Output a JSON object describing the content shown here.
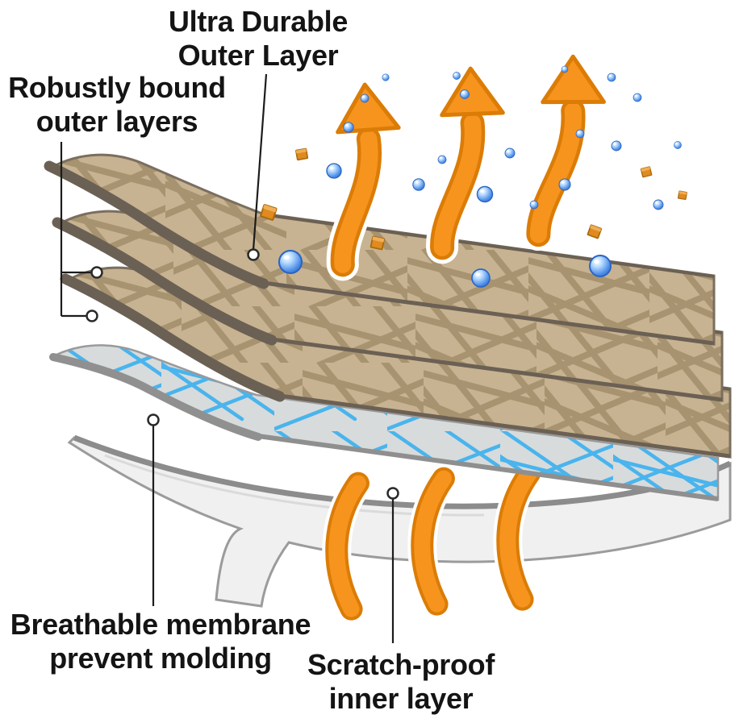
{
  "diagram": {
    "title_context": "Layered fabric construction diagram",
    "callouts": {
      "outer": {
        "line1": "Ultra Durable",
        "line2": "Outer Layer"
      },
      "bound": {
        "line1": "Robustly bound",
        "line2": "outer layers"
      },
      "membrane": {
        "line1": "Breathable membrane",
        "line2": "prevent molding"
      },
      "inner": {
        "line1": "Scratch-proof",
        "line2": "inner layer"
      }
    },
    "layers": [
      {
        "name": "outer fabric layer 1"
      },
      {
        "name": "outer fabric layer 2"
      },
      {
        "name": "outer fabric layer 3"
      },
      {
        "name": "breathable membrane"
      },
      {
        "name": "scratch-proof inner layer"
      }
    ],
    "airflow_arrow_count_up": 3,
    "airflow_arrow_count_down": 3,
    "colors": {
      "fabric_tan": "#c7b391",
      "fabric_strand": "#a28d69",
      "layer_edge": "#6b6054",
      "membrane_base": "#d7dbdc",
      "membrane_blue": "#41b2ef",
      "inner_gray": "#f0f0f0",
      "arrow_orange": "#f7941e",
      "arrow_outline": "#db7c06",
      "droplet_blue": "#2f6fce",
      "cube_orange": "#e08a1f",
      "label_text": "#141414",
      "background": "#ffffff"
    }
  }
}
